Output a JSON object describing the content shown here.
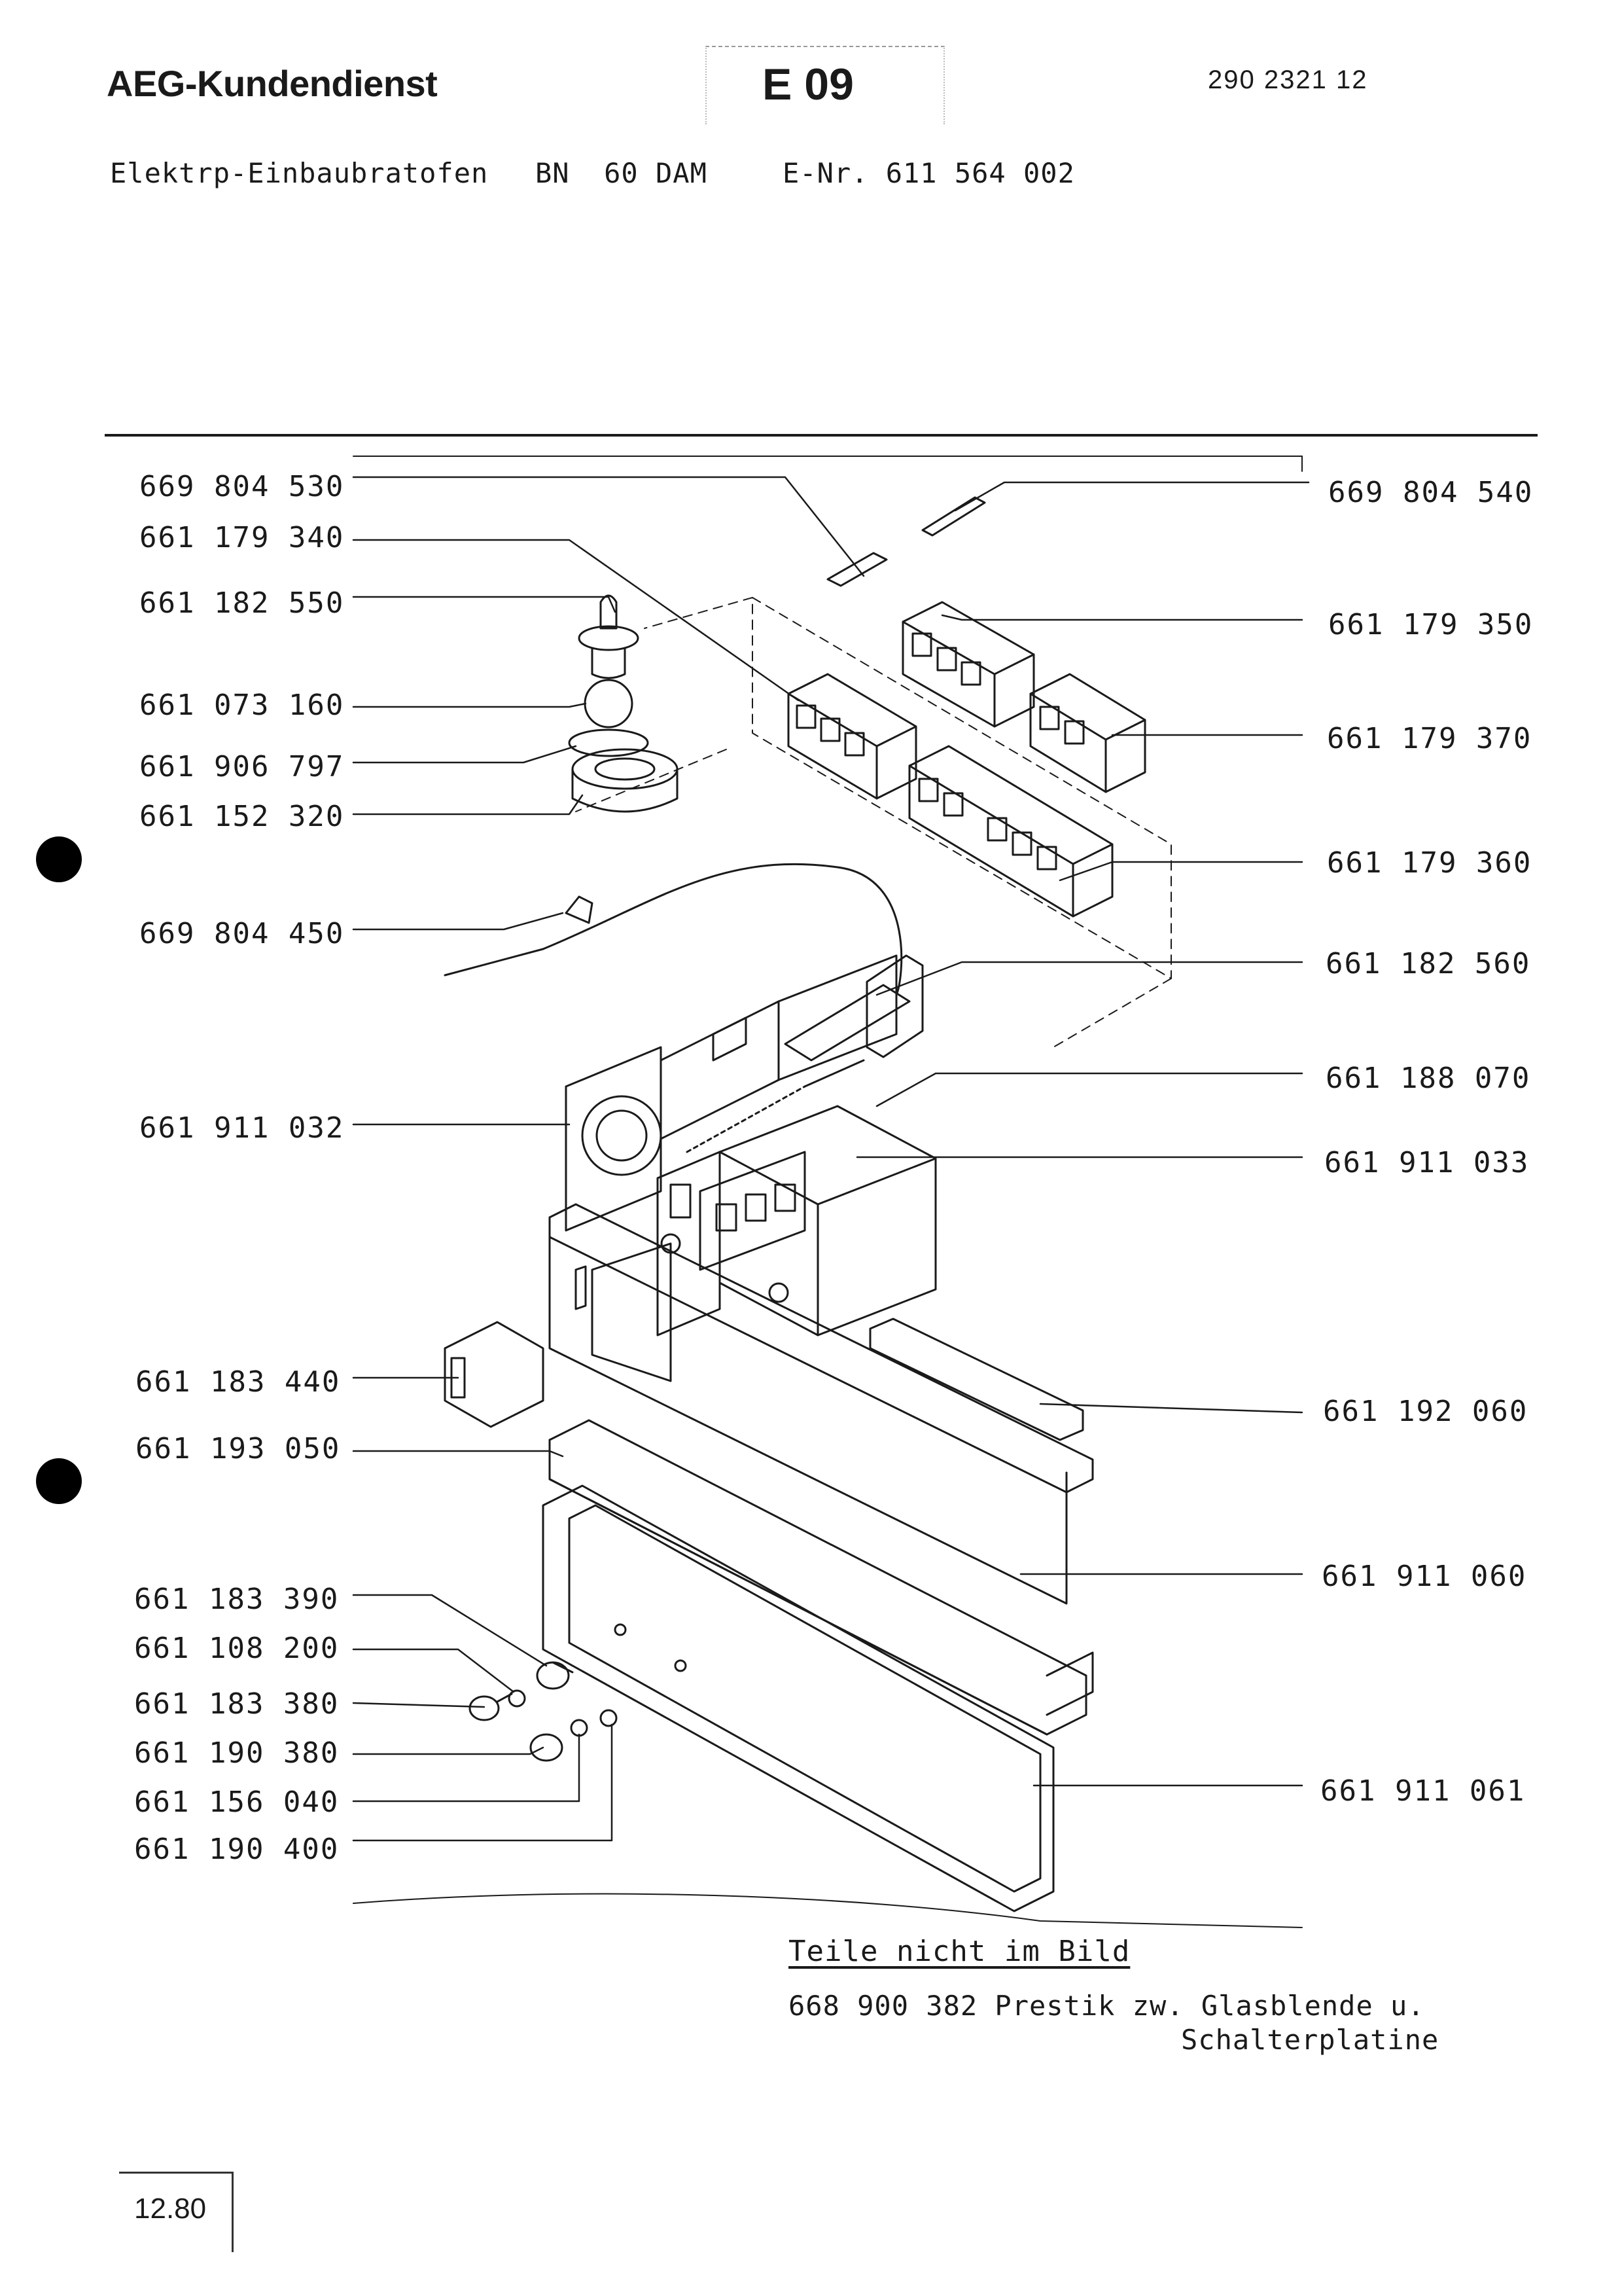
{
  "header": {
    "brand": "AEG-Kundendienst",
    "sheet": "E 09",
    "doc_number": "290 2321 12"
  },
  "subtitle": {
    "product": "Elektrp-Einbaubratofen",
    "model": "BN  60 DAM",
    "enr": "E-Nr. 611 564 002"
  },
  "left_parts": [
    "669 804 530",
    "661 179 340",
    "661 182 550",
    "661 073 160",
    "661 906 797",
    "661 152 320",
    "669 804 450",
    "661 911 032",
    "661 183 440",
    "661 193 050",
    "661 183 390",
    "661 108 200",
    "661 183 380",
    "661 190 380",
    "661 156 040",
    "661 190 400"
  ],
  "right_parts": [
    "669 804 540",
    "661 179 350",
    "661 179 370",
    "661 179 360",
    "661 182 560",
    "661 188 070",
    "661 911 033",
    "661 192 060",
    "661 911 060",
    "661 911 061"
  ],
  "notes": {
    "title": "Teile nicht im Bild",
    "line1": "668 900 382 Prestik zw. Glasblende u.",
    "line2": "Schalterplatine"
  },
  "footer": {
    "date": "12.80"
  }
}
